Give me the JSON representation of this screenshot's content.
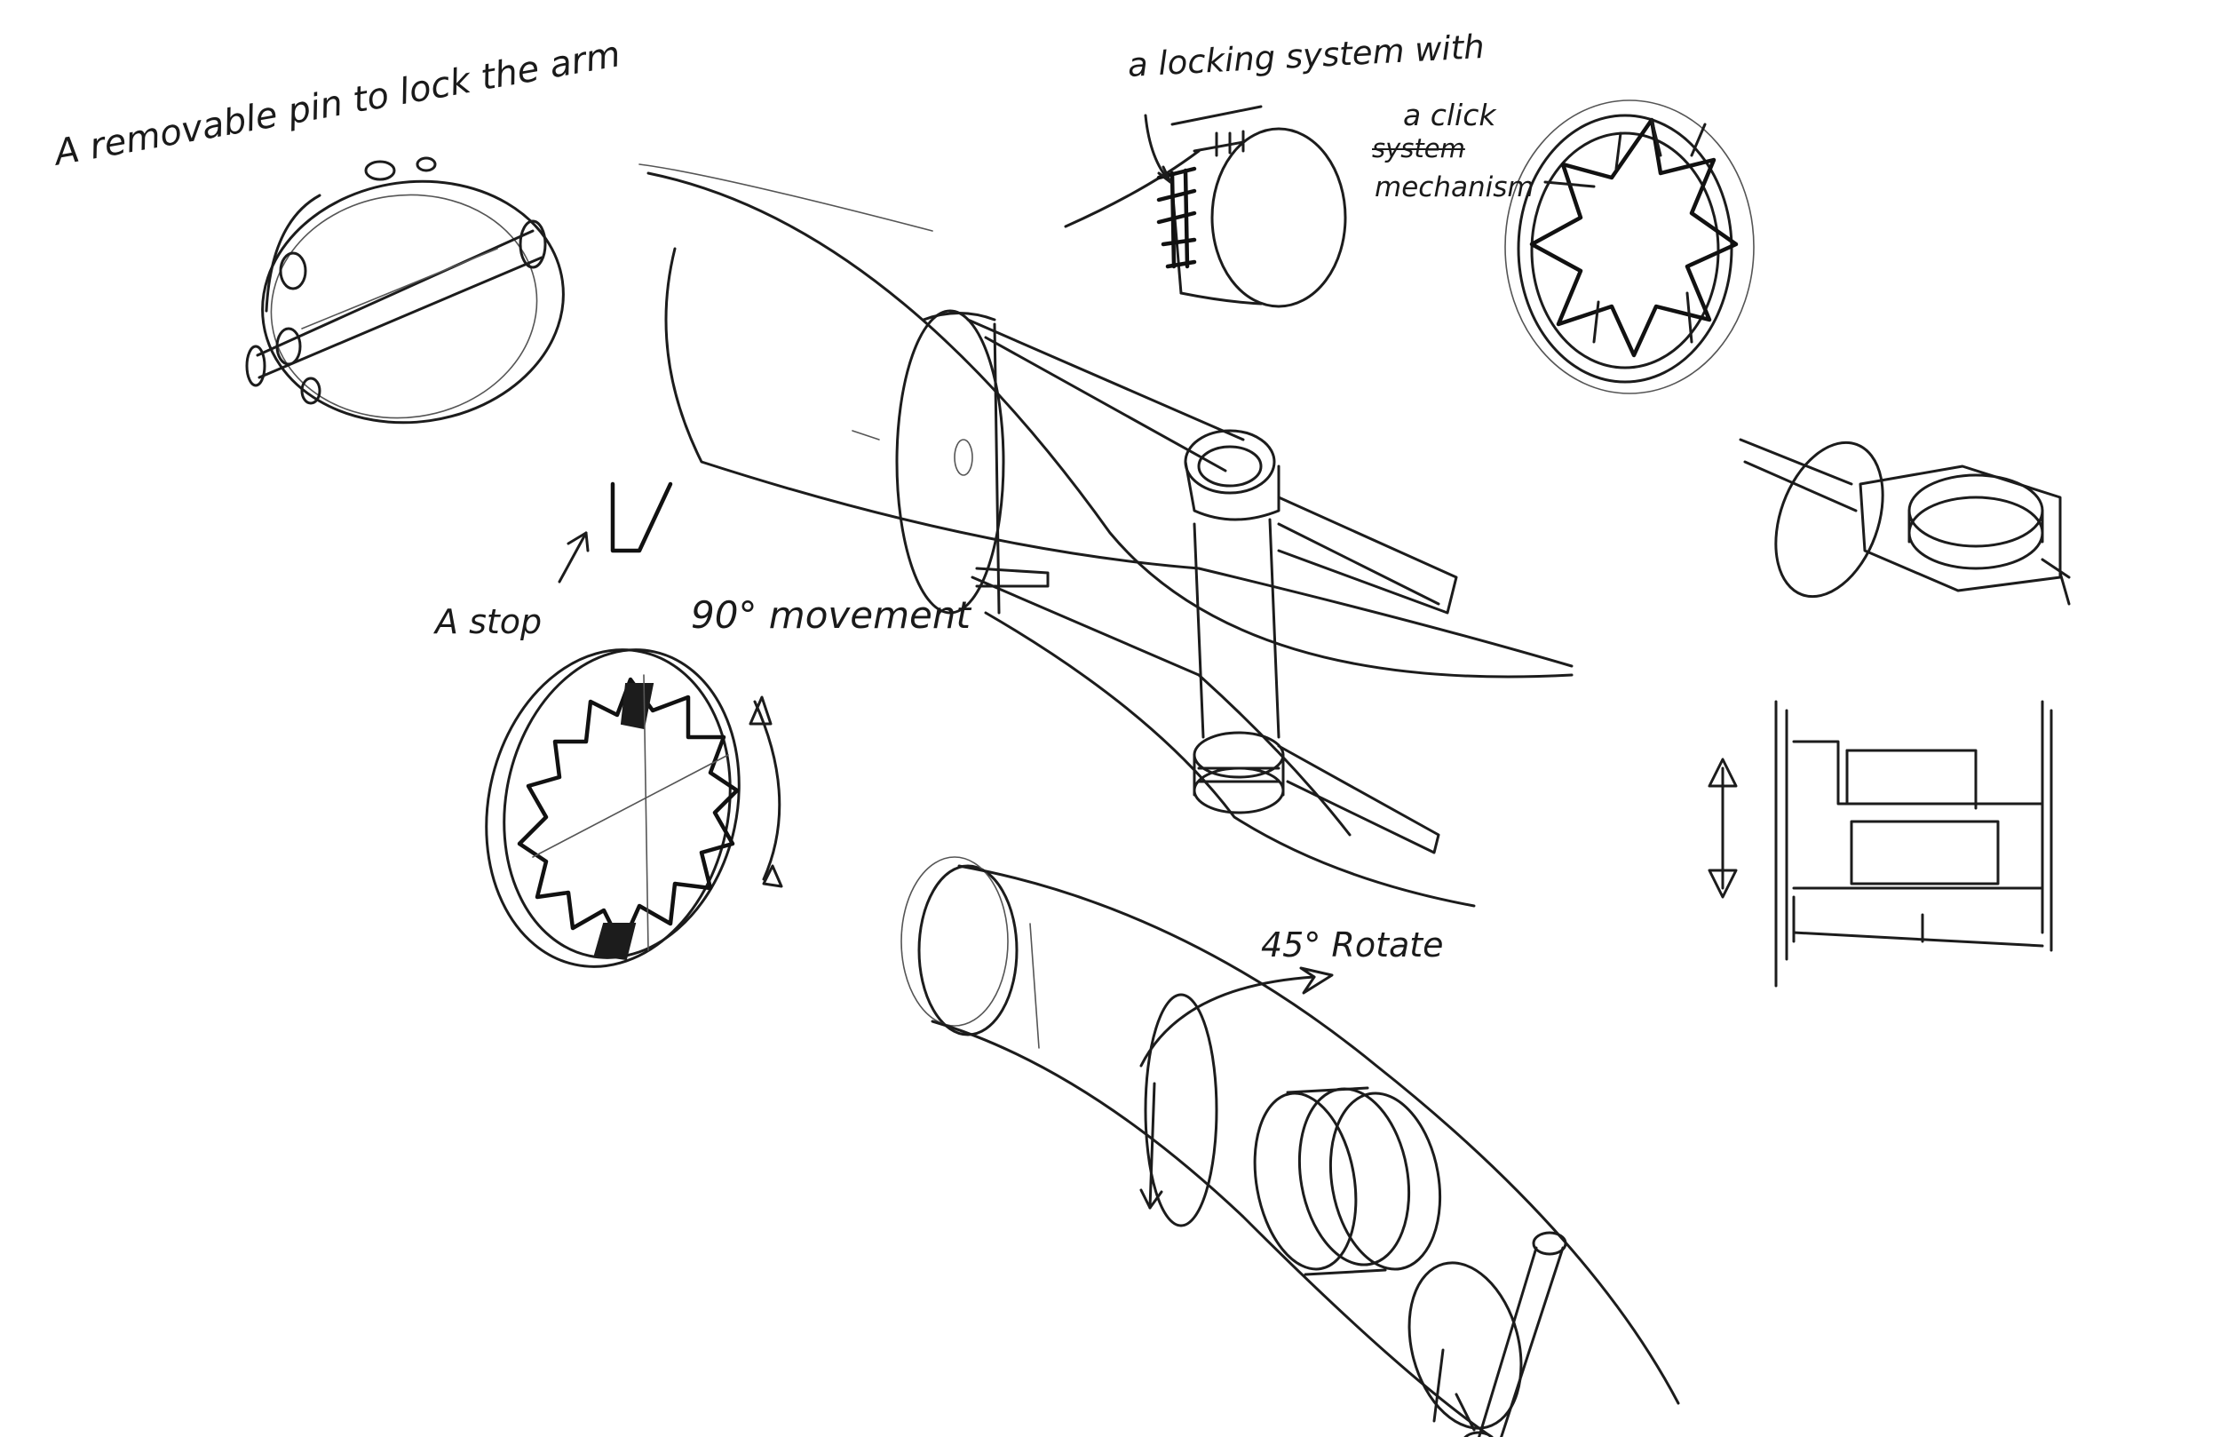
{
  "annotations": {
    "removable_pin": "A removable pin to lock the arm",
    "locking_line1": "a locking system with",
    "locking_line2": "a click",
    "locking_struck": "system",
    "locking_line3": "mechanism",
    "stop": "A stop",
    "movement": "90° movement",
    "rotate": "45° Rotate"
  },
  "colors": {
    "ink": "#1c1c1c",
    "paper": "#ffffff"
  }
}
